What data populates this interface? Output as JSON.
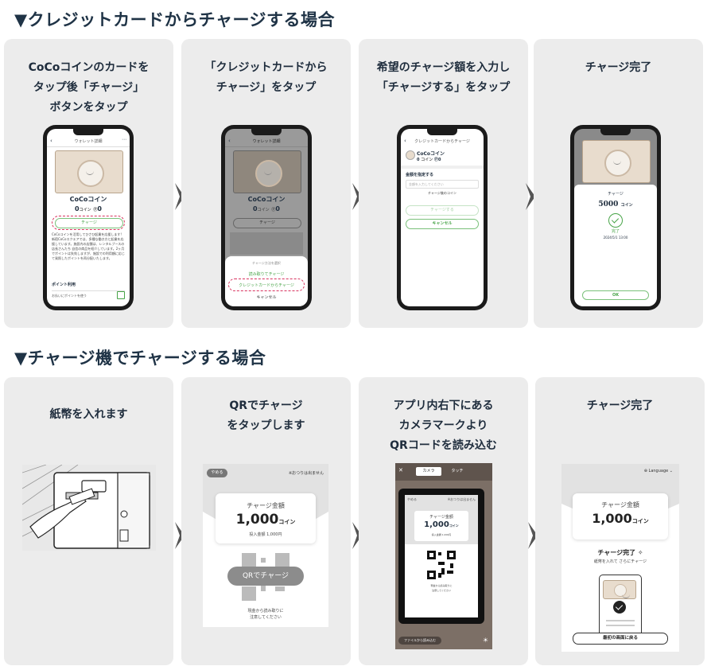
{
  "section1": {
    "title": "▼クレジットカードからチャージする場合"
  },
  "section2": {
    "title": "▼チャージ機でチャージする場合"
  },
  "steps1": [
    {
      "text": "CoCoコインのカードを\nタップ後「チャージ」\nボタンをタップ"
    },
    {
      "text": "「クレジットカードから\nチャージ」をタップ"
    },
    {
      "text": "希望のチャージ額を入力し\n「チャージする」をタップ"
    },
    {
      "text": "チャージ完了"
    }
  ],
  "steps2": [
    {
      "text": "紙幣を入れます"
    },
    {
      "text": "QRでチャージ\nをタップします"
    },
    {
      "text": "アプリ内右下にある\nカメラマークより\nQRコードを読み込む"
    },
    {
      "text": "チャージ完了"
    }
  ],
  "phone1": {
    "header": "ウォレット詳細",
    "coin_name": "CoCoコイン",
    "coin_amount": "0",
    "coin_unit": "コイン",
    "point_amount": "0",
    "charge_button": "チャージ",
    "description": "CoCoコインを活用してひさひ起業を応援します! 新宿CoCoスクエアでは、多種な働き方と起業を応援しています。施設内の店舗は、レンタルブースの店長さんたち 自信の商品を紹介しています。2ヶ月でポイントは失効しますが、施設での利用額に応じて発照したポイントを再分配いたします。",
    "section": "ポイント利用",
    "input_placeholder": "お払いにポイントを使う"
  },
  "phone2": {
    "header": "ウォレット詳細",
    "coin_name": "CoCoコイン",
    "coin_amount": "0",
    "coin_unit": "コイン",
    "point_amount": "0",
    "charge_button": "チャージ",
    "sheet_title": "チャージ方法を選択",
    "option1": "読み取りてチャージ",
    "option2": "クレジットカードからチャージ",
    "cancel": "キャンセル"
  },
  "phone3": {
    "header": "クレジットカードからチャージ",
    "coin_name": "CoCoコイン",
    "coin_amount": "0",
    "coin_unit": "コイン",
    "point_amount": "0",
    "amount_label": "金額を指定する",
    "amount_placeholder": "金額を入力してください",
    "after_label": "チャージ後のコイン",
    "charge_button": "チャージする",
    "cancel_button": "キャンセル"
  },
  "phone4": {
    "label": "チャージ",
    "amount": "5000",
    "unit": "コイン",
    "status": "完了",
    "datetime": "2024/5/1 13:00",
    "ok": "OK"
  },
  "kiosk": {
    "quit": "やめる",
    "no_change": "※おつりは出ません",
    "amount_label": "チャージ金額",
    "amount": "1,000",
    "unit": "コイン",
    "inserted": "投入金額 1,000円",
    "qr_button": "QRでチャージ",
    "note1": "現金から読み取りに",
    "note2": "注意してください"
  },
  "camera": {
    "close": "✕",
    "tab_camera": "カメラ",
    "tab_touch": "タッチ",
    "file_button": "ファイルから読み込む",
    "mini_quit": "やめる",
    "mini_note": "※おつりは出ません",
    "mini_label": "チャージ金額",
    "mini_amount": "1,000",
    "mini_unit": "コイン",
    "mini_inserted": "投入金額 1,000円",
    "mini_sub1": "現金から読み取りに",
    "mini_sub2": "注意してください"
  },
  "complete": {
    "language": "Language",
    "amount_label": "チャージ金額",
    "amount": "1,000",
    "unit": "コイン",
    "done": "チャージ完了",
    "sub": "紙幣を入れて さらにチャージ",
    "back": "最初の画面に戻る"
  },
  "colors": {
    "card_bg": "#ececec",
    "green": "#48a448",
    "pink_dash": "#d8345f",
    "title": "#1f3346"
  }
}
